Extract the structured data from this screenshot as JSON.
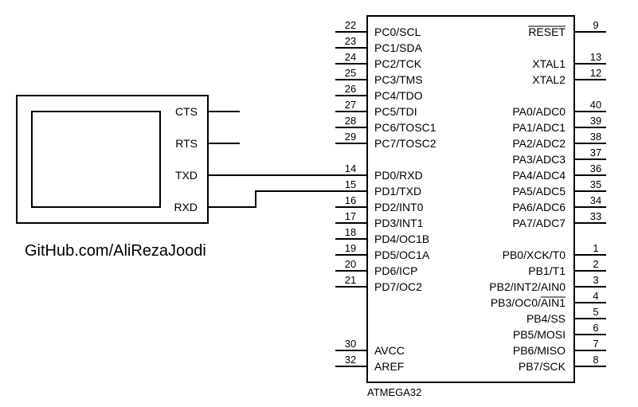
{
  "watermark": "GitHub.com/AliRezaJoodi",
  "terminal": {
    "pins": [
      "CTS",
      "RTS",
      "TXD",
      "RXD"
    ]
  },
  "mcu": {
    "part": "ATMEGA32",
    "left_pins": [
      {
        "num": "22",
        "label": "PC0/SCL"
      },
      {
        "num": "23",
        "label": "PC1/SDA"
      },
      {
        "num": "24",
        "label": "PC2/TCK"
      },
      {
        "num": "25",
        "label": "PC3/TMS"
      },
      {
        "num": "26",
        "label": "PC4/TDO"
      },
      {
        "num": "27",
        "label": "PC5/TDI"
      },
      {
        "num": "28",
        "label": "PC6/TOSC1"
      },
      {
        "num": "29",
        "label": "PC7/TOSC2"
      },
      {
        "num": "14",
        "label": "PD0/RXD"
      },
      {
        "num": "15",
        "label": "PD1/TXD"
      },
      {
        "num": "16",
        "label": "PD2/INT0"
      },
      {
        "num": "17",
        "label": "PD3/INT1"
      },
      {
        "num": "18",
        "label": "PD4/OC1B"
      },
      {
        "num": "19",
        "label": "PD5/OC1A"
      },
      {
        "num": "20",
        "label": "PD6/ICP"
      },
      {
        "num": "21",
        "label": "PD7/OC2"
      },
      {
        "num": "30",
        "label": "AVCC"
      },
      {
        "num": "32",
        "label": "AREF"
      }
    ],
    "right_pins": [
      {
        "num": "9",
        "label": "RESET"
      },
      {
        "num": "13",
        "label": "XTAL1"
      },
      {
        "num": "12",
        "label": "XTAL2"
      },
      {
        "num": "40",
        "label": "PA0/ADC0"
      },
      {
        "num": "39",
        "label": "PA1/ADC1"
      },
      {
        "num": "38",
        "label": "PA2/ADC2"
      },
      {
        "num": "37",
        "label": "PA3/ADC3"
      },
      {
        "num": "36",
        "label": "PA4/ADC4"
      },
      {
        "num": "35",
        "label": "PA5/ADC5"
      },
      {
        "num": "34",
        "label": "PA6/ADC6"
      },
      {
        "num": "33",
        "label": "PA7/ADC7"
      },
      {
        "num": "1",
        "label": "PB0/XCK/T0"
      },
      {
        "num": "2",
        "label": "PB1/T1"
      },
      {
        "num": "3",
        "label": "PB2/INT2/AIN0"
      },
      {
        "num": "4",
        "label": "PB3/OC0/AIN1"
      },
      {
        "num": "5",
        "label": "PB4/SS"
      },
      {
        "num": "6",
        "label": "PB5/MOSI"
      },
      {
        "num": "7",
        "label": "PB6/MISO"
      },
      {
        "num": "8",
        "label": "PB7/SCK"
      }
    ]
  }
}
